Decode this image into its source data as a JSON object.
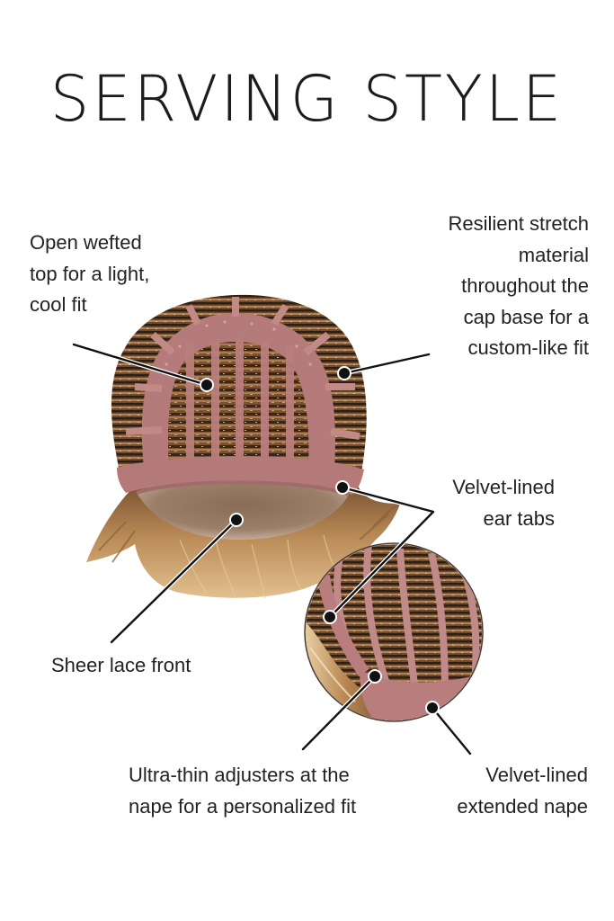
{
  "title": "SERVING STYLE",
  "colors": {
    "background": "#ffffff",
    "text": "#222222",
    "cap_pink": "#b77a7a",
    "hair_brown": "#6e4a2e",
    "hair_blonde": "#c99a5e",
    "leader_line": "#111111"
  },
  "images": {
    "main": "wig-cap-interior-view",
    "inset": "wig-cap-nape-close-up-circle"
  },
  "callouts": [
    {
      "id": "open-wefted",
      "text": "Open wefted\ntop for a light,\ncool fit",
      "align": "left"
    },
    {
      "id": "resilient-stretch",
      "text": "Resilient stretch\nmaterial\nthroughout the\ncap base for a\ncustom-like fit",
      "align": "right"
    },
    {
      "id": "ear-tabs",
      "text": "Velvet-lined\near tabs",
      "align": "right"
    },
    {
      "id": "lace-front",
      "text": "Sheer lace front",
      "align": "left"
    },
    {
      "id": "adjusters",
      "text": "Ultra-thin adjusters at the\nnape for a personalized fit",
      "align": "left"
    },
    {
      "id": "extended-nape",
      "text": "Velvet-lined\nextended nape",
      "align": "right"
    }
  ]
}
